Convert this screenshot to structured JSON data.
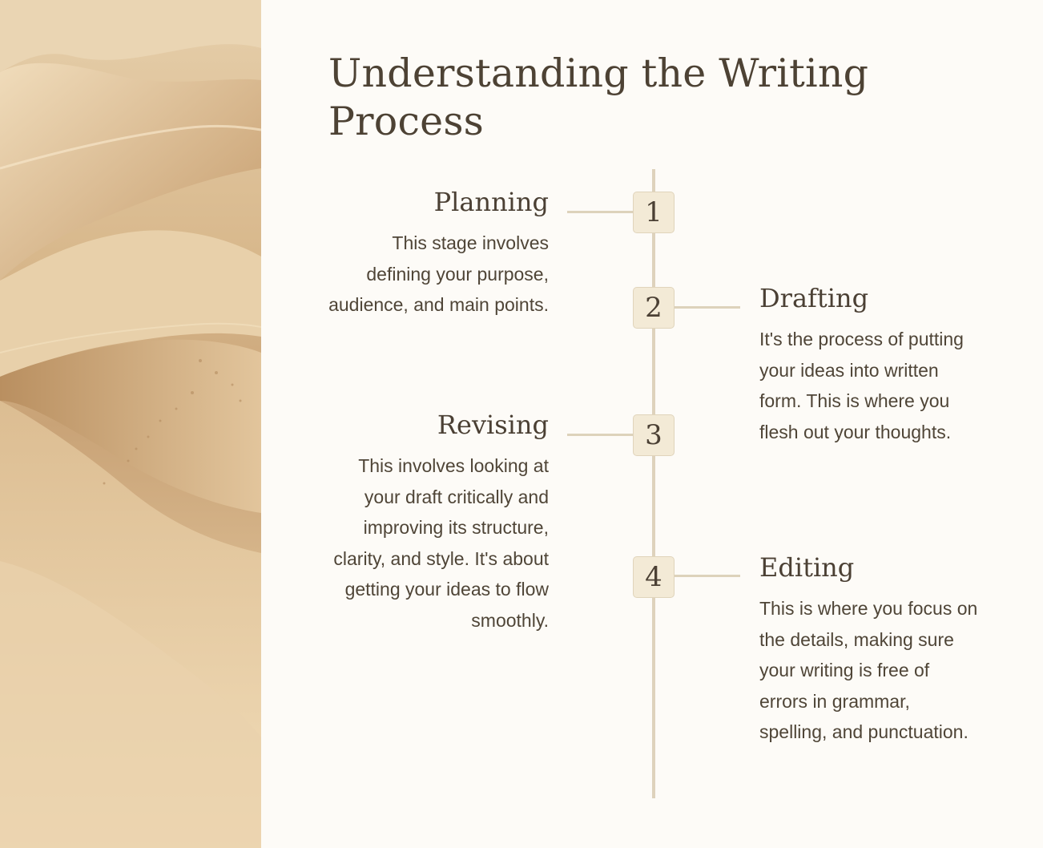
{
  "title": "Understanding the Writing Process",
  "steps": [
    {
      "number": "1",
      "title": "Planning",
      "description": "This stage involves defining your purpose, audience, and main points."
    },
    {
      "number": "2",
      "title": "Drafting",
      "description": "It's the process of putting your ideas into written form. This is where you flesh out your thoughts."
    },
    {
      "number": "3",
      "title": "Revising",
      "description": "This involves looking at your draft critically and improving its structure, clarity, and style. It's about getting your ideas to flow smoothly."
    },
    {
      "number": "4",
      "title": "Editing",
      "description": "This is where you focus on the details, making sure your writing is free of errors in grammar, spelling, and punctuation."
    }
  ],
  "colors": {
    "background": "#fdfbf7",
    "heading": "#4d4234",
    "badge_fill": "#f3ead6",
    "timeline": "#ded2bc",
    "sand": "#d8b88c"
  }
}
